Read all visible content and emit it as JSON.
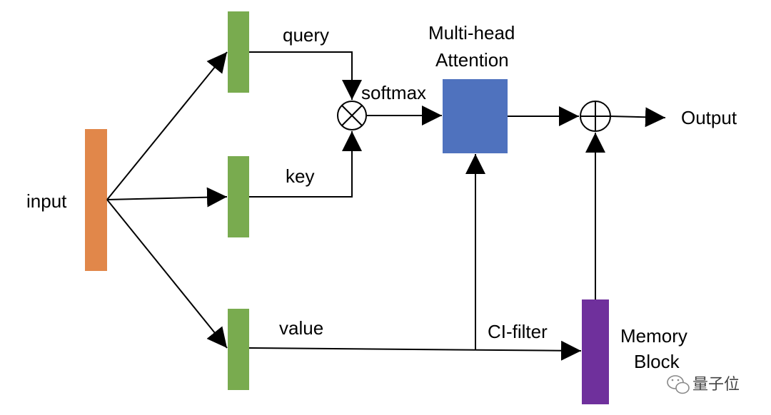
{
  "labels": {
    "input": "input",
    "query": "query",
    "key": "key",
    "value": "value",
    "softmax": "softmax",
    "attention_line1": "Multi-head",
    "attention_line2": "Attention",
    "output": "Output",
    "ci_filter": "CI-filter",
    "memory_line1": "Memory",
    "memory_line2": "Block"
  },
  "watermark": {
    "text": "量子位",
    "icon": "wechat-icon"
  },
  "colors": {
    "input_block": "#e1874a",
    "qkv_block": "#79ab4f",
    "attention_block": "#4f72be",
    "memory_block": "#6f309c",
    "lines": "#000000"
  }
}
